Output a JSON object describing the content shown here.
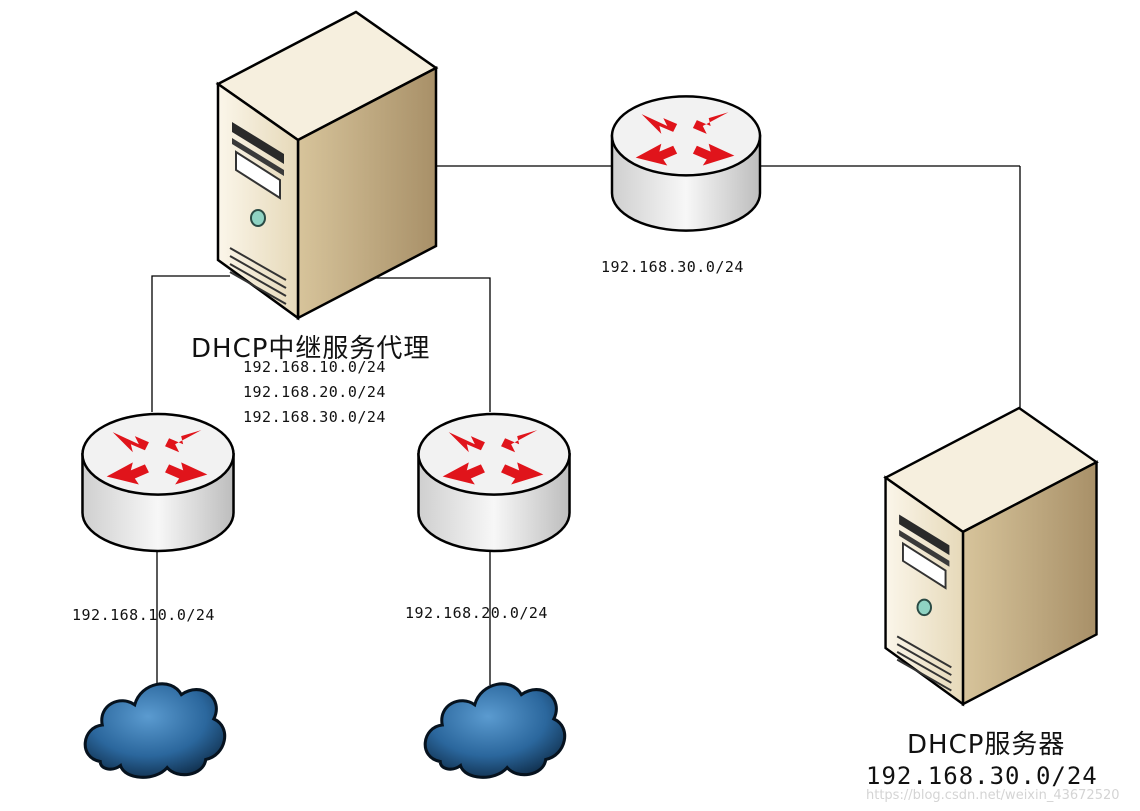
{
  "nodes": {
    "relay_server": {
      "name": "DHCP中继服务代理",
      "networks": [
        "192.168.10.0/24",
        "192.168.20.0/24",
        "192.168.30.0/24"
      ]
    },
    "dhcp_server": {
      "name": "DHCP服务器",
      "address": "192.168.30.0/24"
    },
    "router_top": {
      "network": "192.168.30.0/24"
    },
    "router_left": {
      "network": "192.168.10.0/24"
    },
    "router_right": {
      "network": "192.168.20.0/24"
    }
  },
  "colors": {
    "server_front": "#f4ecd8",
    "server_side": "#cbb88f",
    "router_body": "#e9e9e9",
    "arrow": "#e0141b",
    "cloud": "#2e6ea3",
    "link": "#000000"
  },
  "icons": {
    "server": "server-tower-icon",
    "router": "router-icon",
    "network": "cloud-icon"
  },
  "watermark": "https://blog.csdn.net/weixin_43672520"
}
